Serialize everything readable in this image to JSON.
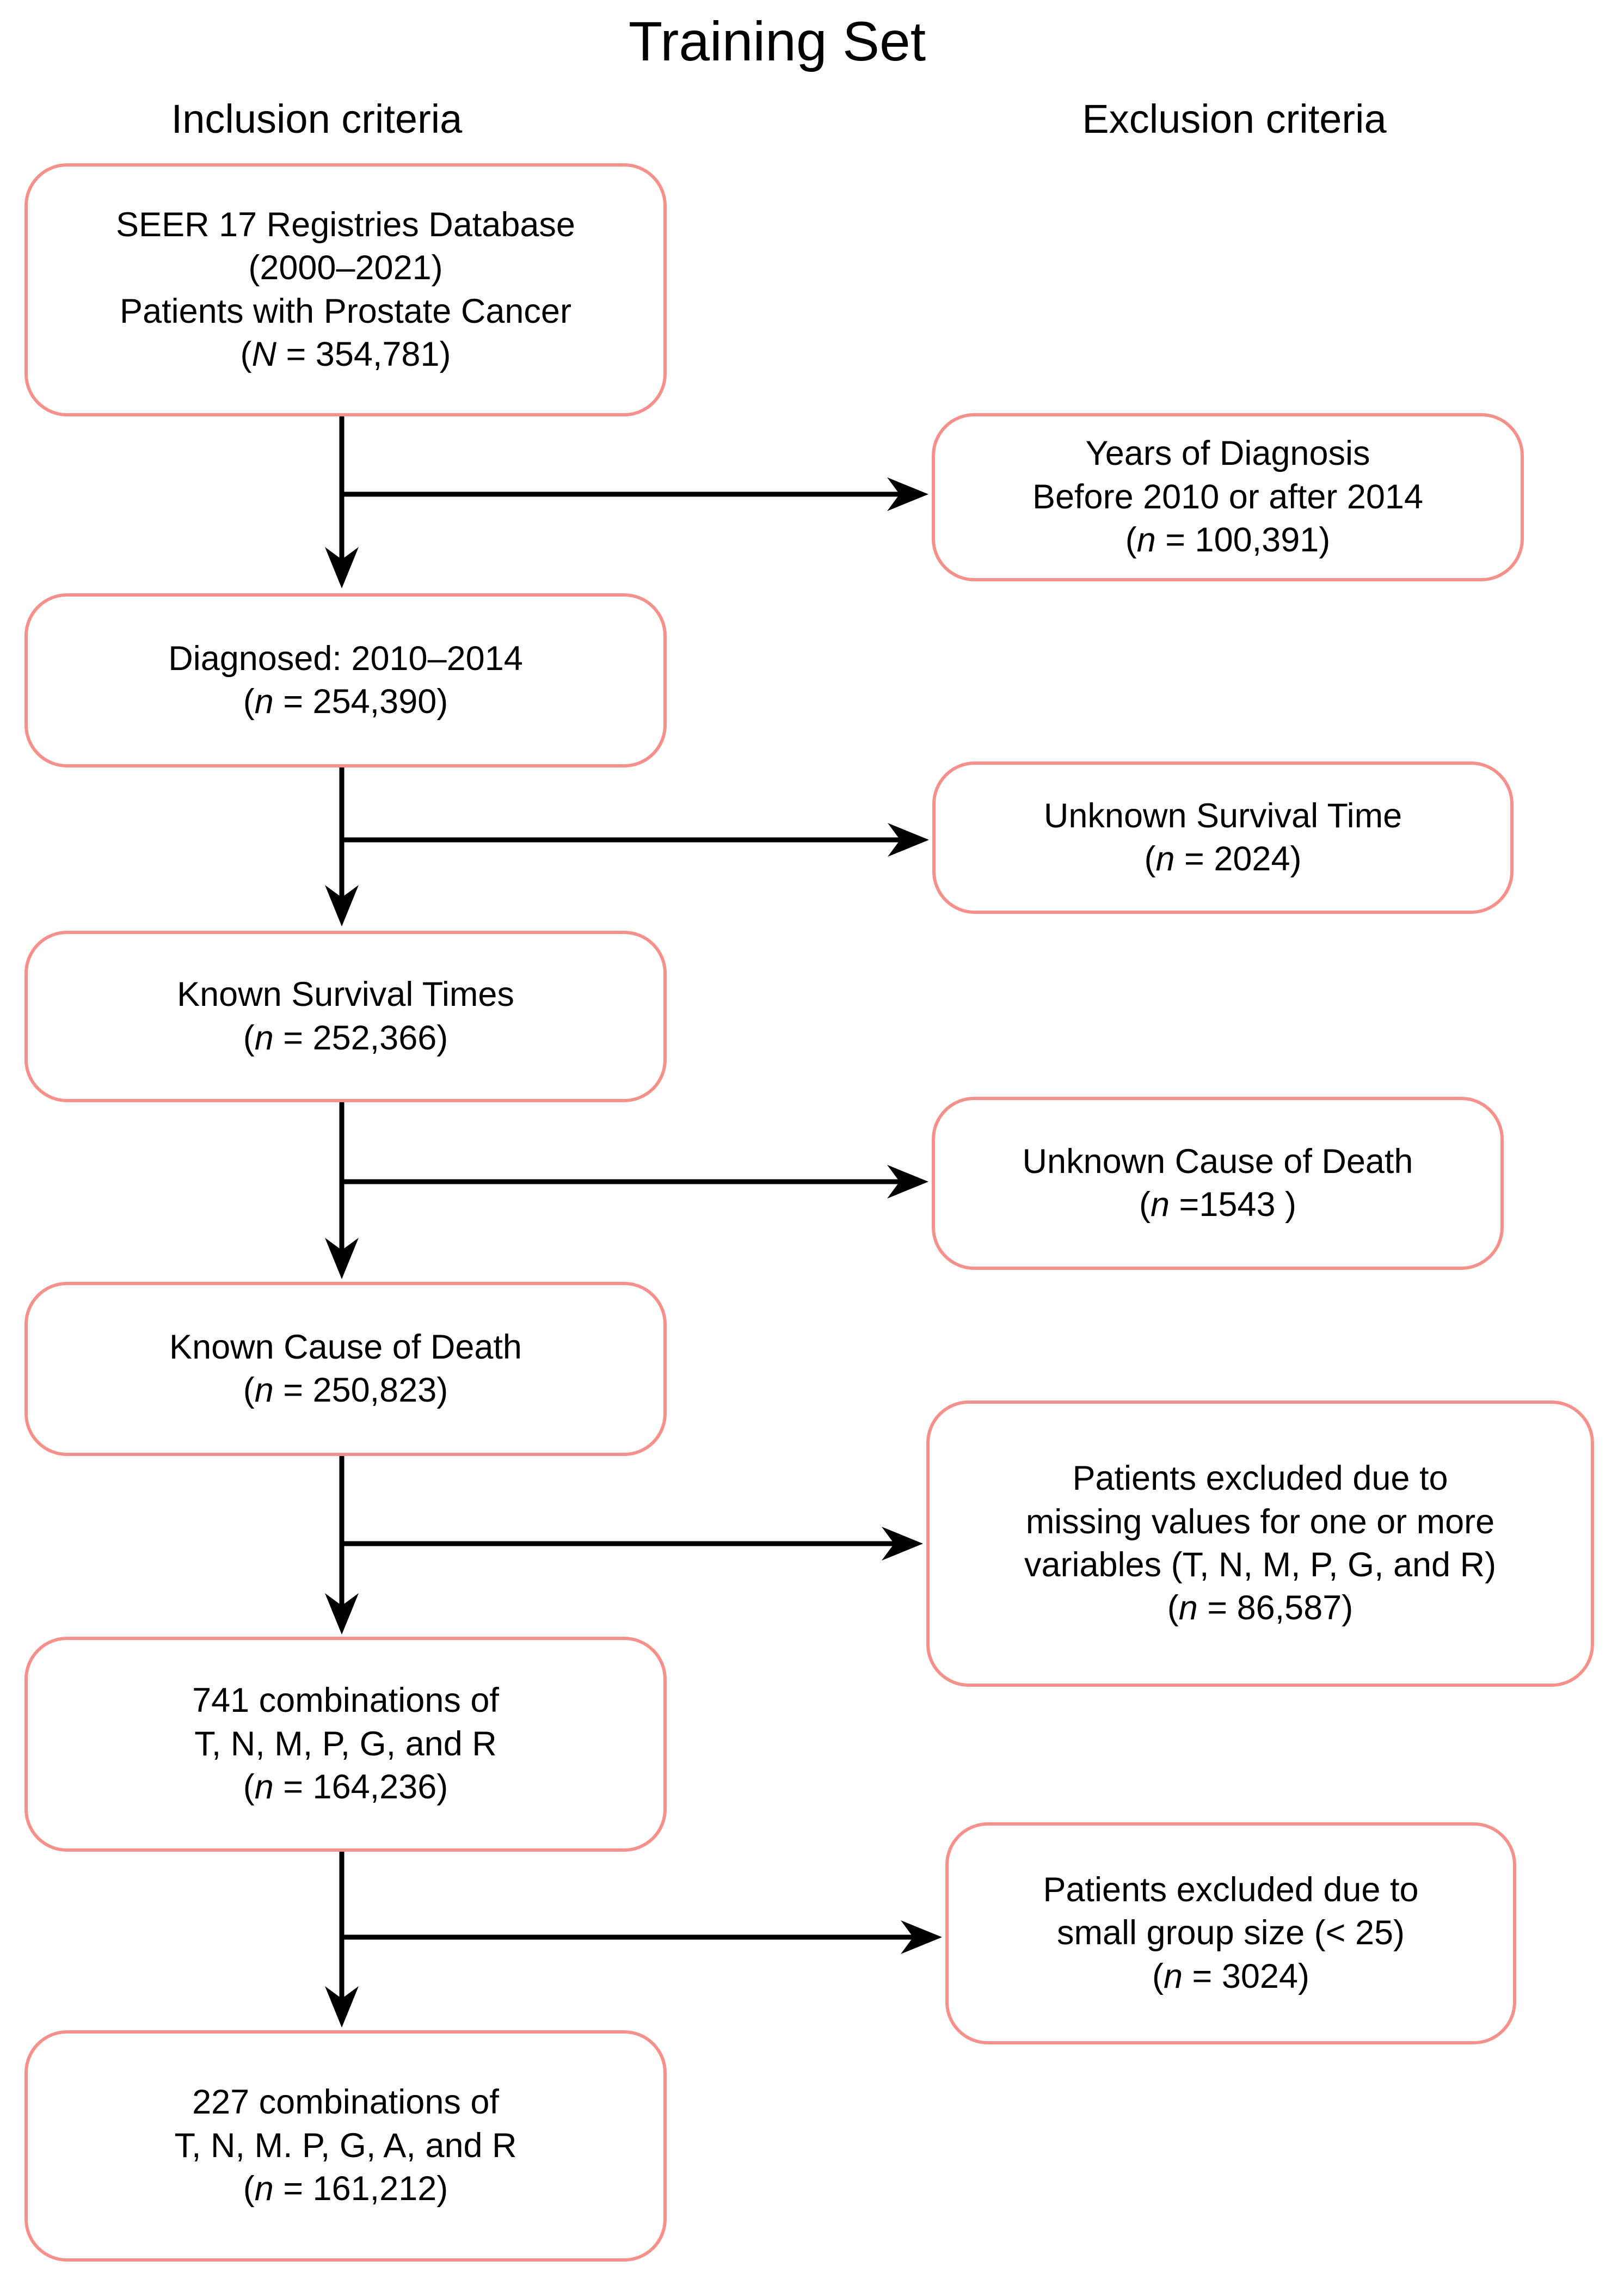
{
  "title": "Training Set",
  "columns": {
    "left_header": "Inclusion criteria",
    "right_header": "Exclusion criteria"
  },
  "colors": {
    "box_border": "#f5918a",
    "arrow": "#000000",
    "text": "#000000",
    "background": "#ffffff"
  },
  "boxes": {
    "inclusion": [
      {
        "name": "seer-database",
        "lines": [
          [
            {
              "text": "SEER 17 Registries Database"
            }
          ],
          [
            {
              "text": "(2000–2021)"
            }
          ],
          [
            {
              "text": "Patients with Prostate Cancer"
            }
          ],
          [
            {
              "text": "("
            },
            {
              "text": "N",
              "italic": true
            },
            {
              "text": " = 354,781)"
            }
          ]
        ]
      },
      {
        "name": "diagnosed-2010-2014",
        "lines": [
          [
            {
              "text": "Diagnosed: 2010–2014"
            }
          ],
          [
            {
              "text": "("
            },
            {
              "text": "n",
              "italic": true
            },
            {
              "text": " = 254,390)"
            }
          ]
        ]
      },
      {
        "name": "known-survival-times",
        "lines": [
          [
            {
              "text": "Known Survival Times"
            }
          ],
          [
            {
              "text": "("
            },
            {
              "text": "n",
              "italic": true
            },
            {
              "text": " = 252,366)"
            }
          ]
        ]
      },
      {
        "name": "known-cause-of-death",
        "lines": [
          [
            {
              "text": "Known Cause of Death"
            }
          ],
          [
            {
              "text": "("
            },
            {
              "text": "n",
              "italic": true
            },
            {
              "text": " = 250,823)"
            }
          ]
        ]
      },
      {
        "name": "741-combinations",
        "lines": [
          [
            {
              "text": "741 combinations of"
            }
          ],
          [
            {
              "text": "T, N, M, P, G, and R"
            }
          ],
          [
            {
              "text": "("
            },
            {
              "text": "n",
              "italic": true
            },
            {
              "text": " = 164,236)"
            }
          ]
        ]
      },
      {
        "name": "227-combinations",
        "lines": [
          [
            {
              "text": "227 combinations of"
            }
          ],
          [
            {
              "text": "T, N, M. P, G, A, and R"
            }
          ],
          [
            {
              "text": "("
            },
            {
              "text": "n",
              "italic": true
            },
            {
              "text": " = 161,212)"
            }
          ]
        ]
      }
    ],
    "exclusion": [
      {
        "name": "years-of-diagnosis",
        "lines": [
          [
            {
              "text": "Years of Diagnosis"
            }
          ],
          [
            {
              "text": "Before 2010 or after 2014"
            }
          ],
          [
            {
              "text": "("
            },
            {
              "text": "n",
              "italic": true
            },
            {
              "text": " = 100,391)"
            }
          ]
        ]
      },
      {
        "name": "unknown-survival-time",
        "lines": [
          [
            {
              "text": "Unknown Survival Time"
            }
          ],
          [
            {
              "text": "("
            },
            {
              "text": "n",
              "italic": true
            },
            {
              "text": " = 2024)"
            }
          ]
        ]
      },
      {
        "name": "unknown-cause-of-death",
        "lines": [
          [
            {
              "text": "Unknown Cause of Death"
            }
          ],
          [
            {
              "text": "("
            },
            {
              "text": "n",
              "italic": true
            },
            {
              "text": " =1543 )"
            }
          ]
        ]
      },
      {
        "name": "excluded-missing-values",
        "lines": [
          [
            {
              "text": "Patients excluded due to"
            }
          ],
          [
            {
              "text": "missing values for one or more"
            }
          ],
          [
            {
              "text": "variables (T, N, M, P, G, and R)"
            }
          ],
          [
            {
              "text": "("
            },
            {
              "text": "n",
              "italic": true
            },
            {
              "text": " = 86,587)"
            }
          ]
        ]
      },
      {
        "name": "excluded-small-group-size",
        "lines": [
          [
            {
              "text": "Patients excluded due to"
            }
          ],
          [
            {
              "text": "small group size (< 25)"
            }
          ],
          [
            {
              "text": "("
            },
            {
              "text": "n",
              "italic": true
            },
            {
              "text": " = 3024)"
            }
          ]
        ]
      }
    ]
  }
}
